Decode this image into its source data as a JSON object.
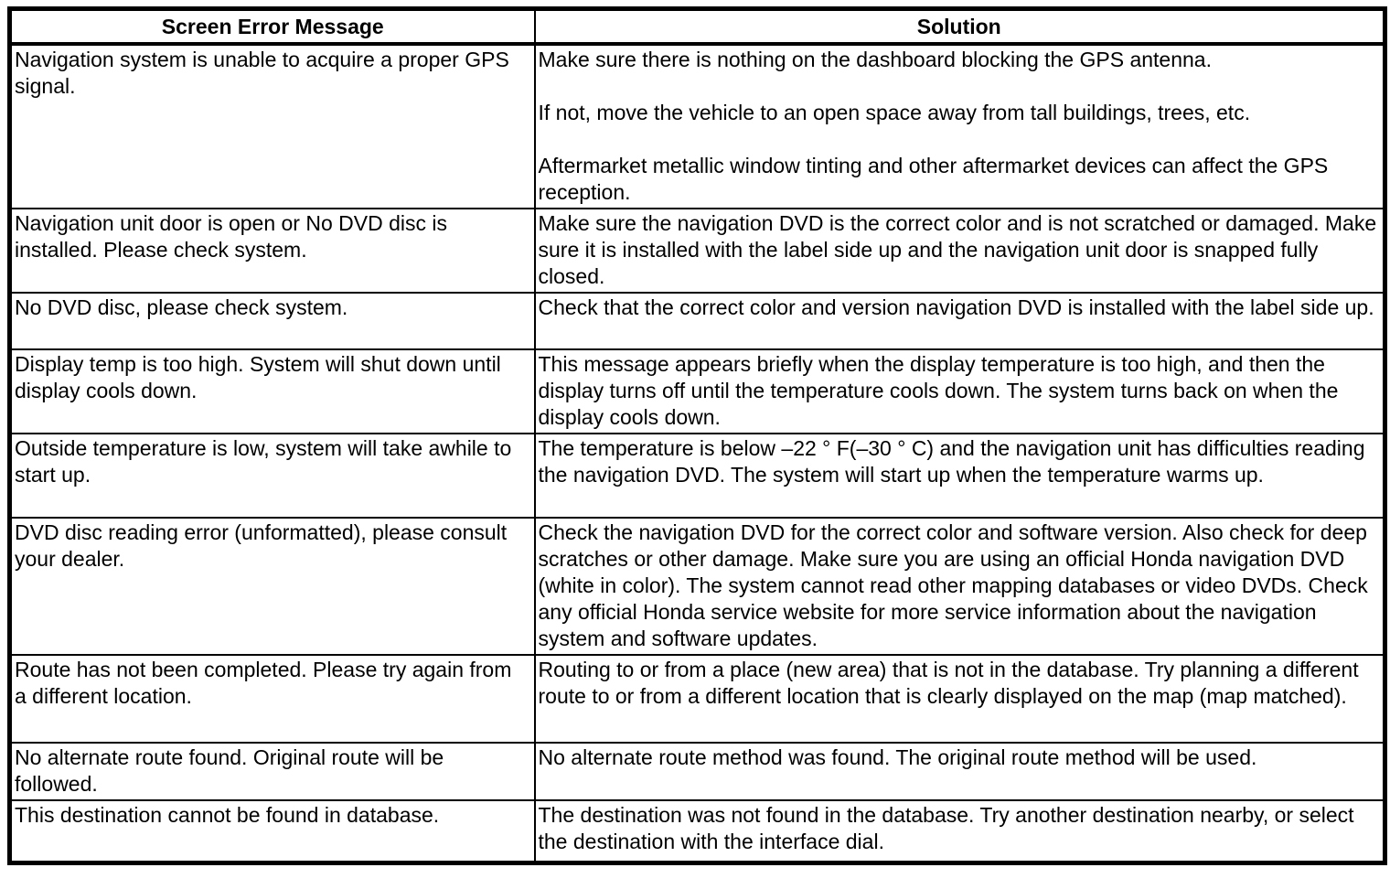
{
  "table": {
    "headers": {
      "error": "Screen Error Message",
      "solution": "Solution"
    },
    "rows": [
      {
        "error": "Navigation system is unable to acquire a proper GPS signal.",
        "solution": "Make sure there is nothing on the dashboard blocking the GPS antenna.\n\nIf not, move the vehicle to an open space away from tall buildings, trees, etc.\n\nAftermarket metallic window tinting and other aftermarket devices can affect the GPS reception."
      },
      {
        "error": "Navigation unit door is open or No DVD disc is installed. Please check system.",
        "solution": "Make sure the navigation DVD is the correct color and is not scratched or damaged. Make sure it is installed with the label side up and the navigation unit door is snapped fully closed."
      },
      {
        "error": "No DVD disc, please check system.",
        "solution": "Check that the correct color and version navigation DVD is installed with the label side up."
      },
      {
        "error": "Display temp is too high. System will shut down until display cools down.",
        "solution": "This message appears briefly when the display temperature is too high, and then the display turns off until the temperature cools down. The system turns back on when the display cools down."
      },
      {
        "error": "Outside temperature is low, system will take awhile to start up.",
        "solution": "The temperature is below –22 ° F(–30 ° C) and the navigation unit has difficulties reading the navigation DVD. The system will start up when the temperature warms up."
      },
      {
        "error": "DVD disc reading error (unformatted), please consult your dealer.",
        "solution": "Check the navigation DVD for the correct color and software version. Also check for deep scratches or other damage. Make sure you are using an official Honda navigation DVD (white in color). The system cannot read other mapping databases or video DVDs. Check any official Honda service website for more service information about the navigation system and software updates."
      },
      {
        "error": "Route has not been completed. Please try again from a different location.",
        "solution": "Routing to or from a place (new area) that is not in the database. Try planning a different route to or from a different location that is clearly displayed on the map (map matched)."
      },
      {
        "error": "No alternate route found. Original route will be followed.",
        "solution": "No alternate route method was found. The original route method will be used."
      },
      {
        "error": "This destination cannot be found in database.",
        "solution": "The destination was not found in the database. Try another destination nearby, or select the destination with the interface dial."
      }
    ]
  }
}
